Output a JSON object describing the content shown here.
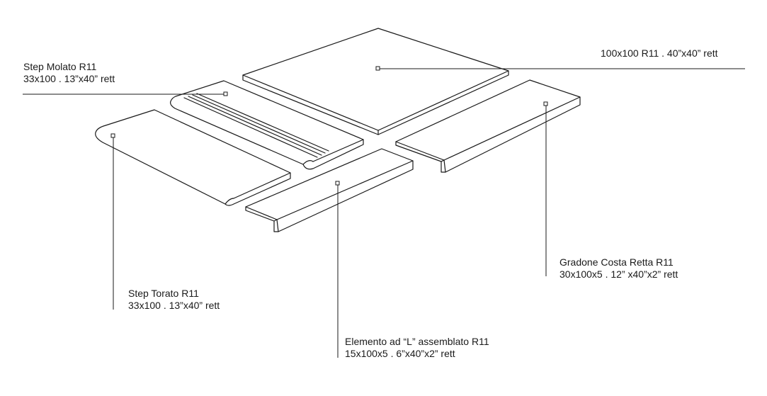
{
  "labels": {
    "square_tile": {
      "name": "100x100 R11 . 40”x40” rett"
    },
    "step_molato": {
      "name": "Step Molato R11",
      "size": "33x100 . 13”x40” rett"
    },
    "step_torato": {
      "name": "Step Torato R11",
      "size": "33x100 . 13”x40” rett"
    },
    "elemento_l": {
      "name": "Elemento ad “L” assemblato R11",
      "size": "15x100x5 . 6”x40”x2” rett"
    },
    "gradone": {
      "name": "Gradone Costa Retta R11",
      "size": "30x100x5 . 12” x40”x2” rett"
    }
  }
}
